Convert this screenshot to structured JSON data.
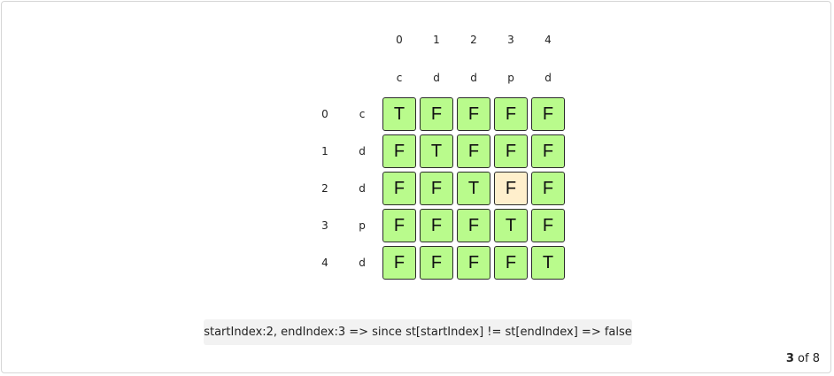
{
  "colors": {
    "cell_default": "#b9fb8c",
    "cell_highlight": "#ffefcc",
    "cell_border": "#2b2b2b",
    "caption_bg": "#f2f2f2"
  },
  "grid": {
    "col_indices": [
      "0",
      "1",
      "2",
      "3",
      "4"
    ],
    "col_chars": [
      "c",
      "d",
      "d",
      "p",
      "d"
    ],
    "row_indices": [
      "0",
      "1",
      "2",
      "3",
      "4"
    ],
    "row_chars": [
      "c",
      "d",
      "d",
      "p",
      "d"
    ],
    "cells": [
      [
        "T",
        "F",
        "F",
        "F",
        "F"
      ],
      [
        "F",
        "T",
        "F",
        "F",
        "F"
      ],
      [
        "F",
        "F",
        "T",
        "F",
        "F"
      ],
      [
        "F",
        "F",
        "F",
        "T",
        "F"
      ],
      [
        "F",
        "F",
        "F",
        "F",
        "T"
      ]
    ],
    "highlight": {
      "row": 2,
      "col": 3
    }
  },
  "caption": "startIndex:2, endIndex:3 => since st[startIndex] != st[endIndex] => false",
  "pager": {
    "current": "3",
    "separator": "of",
    "total": "8"
  }
}
